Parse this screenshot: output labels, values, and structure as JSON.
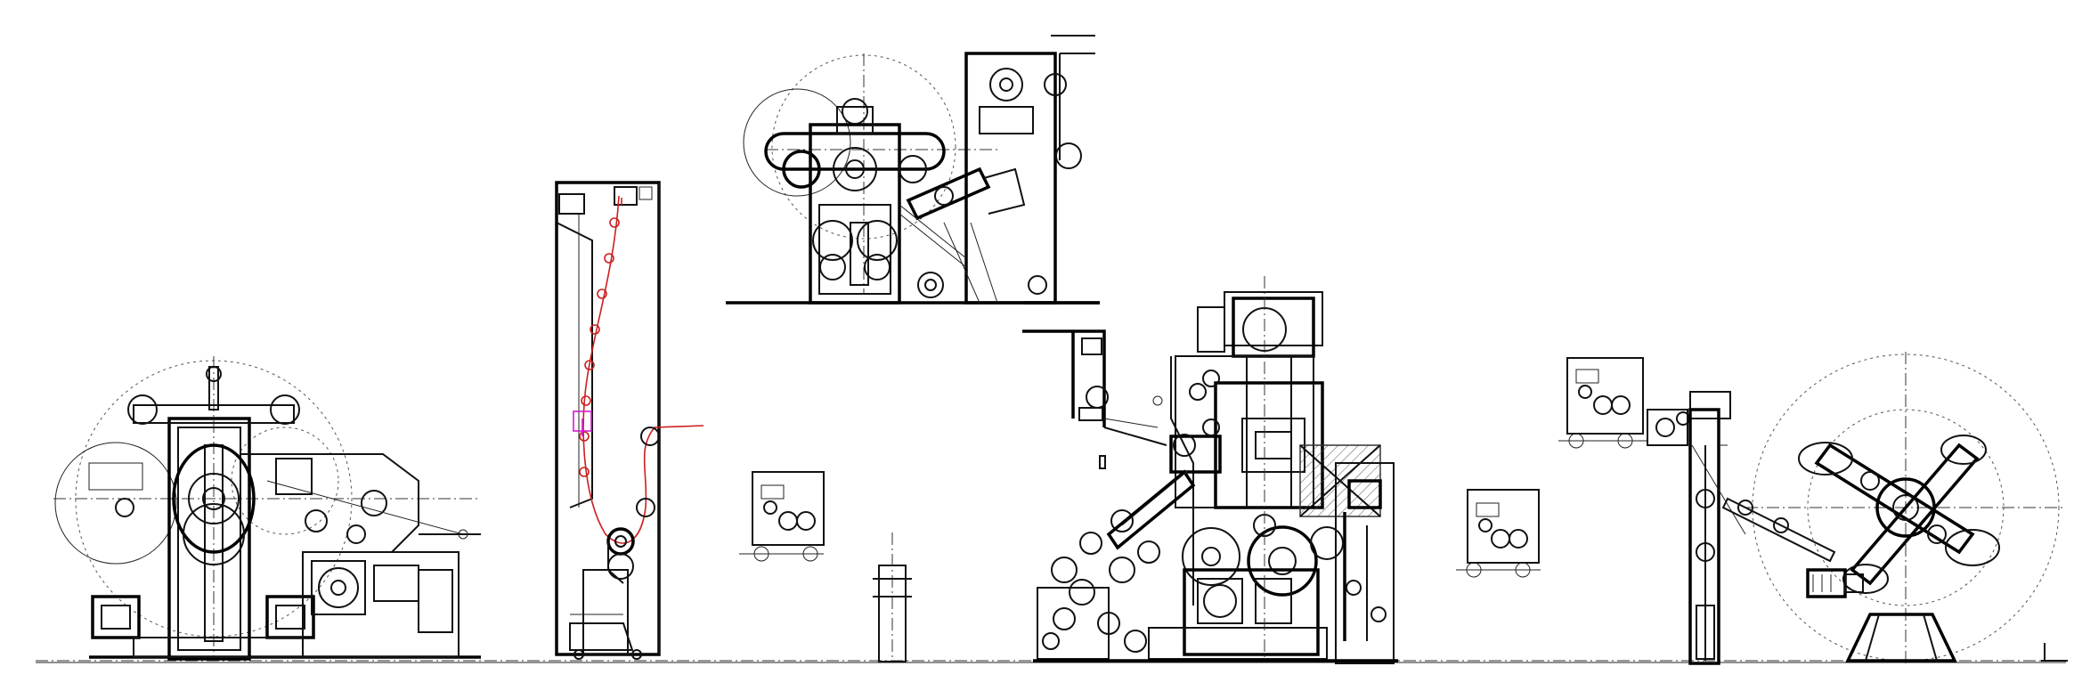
{
  "drawing": {
    "line_color": "#111111",
    "accent_colors": {
      "web_path": "#cc1f1f",
      "marker": "#d11ad1"
    },
    "components": [
      {
        "name": "unwind-stand-left"
      },
      {
        "name": "accumulator-tower"
      },
      {
        "name": "upper-coating-head"
      },
      {
        "name": "small-drive-module-1"
      },
      {
        "name": "support-column"
      },
      {
        "name": "central-laminator"
      },
      {
        "name": "small-drive-module-2"
      },
      {
        "name": "small-drive-module-3"
      },
      {
        "name": "rewind-frame"
      },
      {
        "name": "turret-rewinder-right"
      }
    ]
  }
}
